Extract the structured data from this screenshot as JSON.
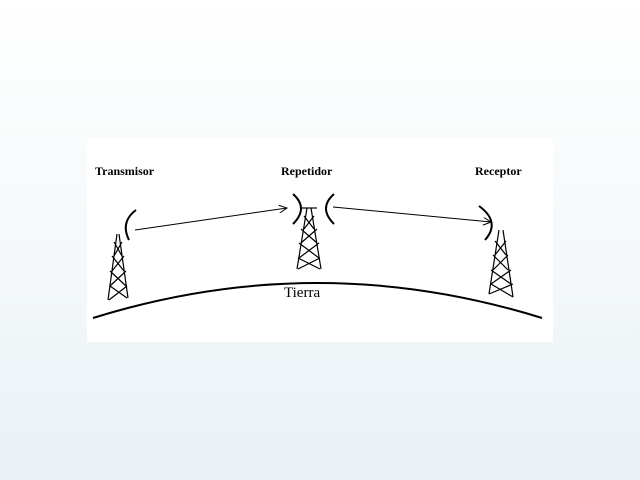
{
  "labels": {
    "transmitter": "Transmisor",
    "repeater": "Repetidor",
    "receiver": "Receptor",
    "ground": "Tierra"
  },
  "colors": {
    "line": "#000000",
    "panel": "#ffffff"
  }
}
